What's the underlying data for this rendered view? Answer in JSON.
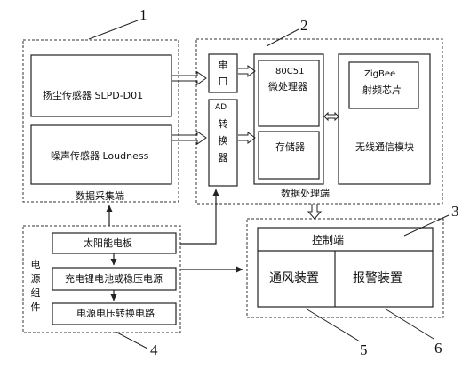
{
  "callouts": {
    "n1": "1",
    "n2": "2",
    "n3": "3",
    "n4": "4",
    "n5": "5",
    "n6": "6"
  },
  "acquisition": {
    "dust_sensor": "扬尘传感器 SLPD-D01",
    "noise_sensor": "噪声传感器 Loudness",
    "title": "数据采集端"
  },
  "processing": {
    "serial_port": [
      "串",
      "口"
    ],
    "ad_converter": {
      "prefix": "AD",
      "chars": [
        "转",
        "换",
        "器"
      ]
    },
    "mcu": {
      "line1": "80C51",
      "line2": "微处理器"
    },
    "memory": "存储器",
    "zigbee": {
      "line1": "ZigBee",
      "line2": "射频芯片"
    },
    "wireless_module": "无线通信模块",
    "title": "数据处理端"
  },
  "control": {
    "title": "控制端",
    "ventilation": "通风装置",
    "alarm": "报警装置"
  },
  "power": {
    "solar_panel": "太阳能电板",
    "battery": "充电锂电池或稳压电源",
    "converter": "电源电压转换电路",
    "title_chars": [
      "电",
      "源",
      "组",
      "件"
    ]
  }
}
